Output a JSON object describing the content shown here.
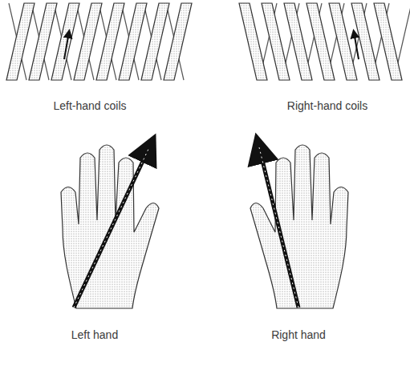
{
  "diagram": {
    "labels": [
      "Left-hand coils",
      "Right-hand coils",
      "Left hand",
      "Right hand"
    ]
  }
}
